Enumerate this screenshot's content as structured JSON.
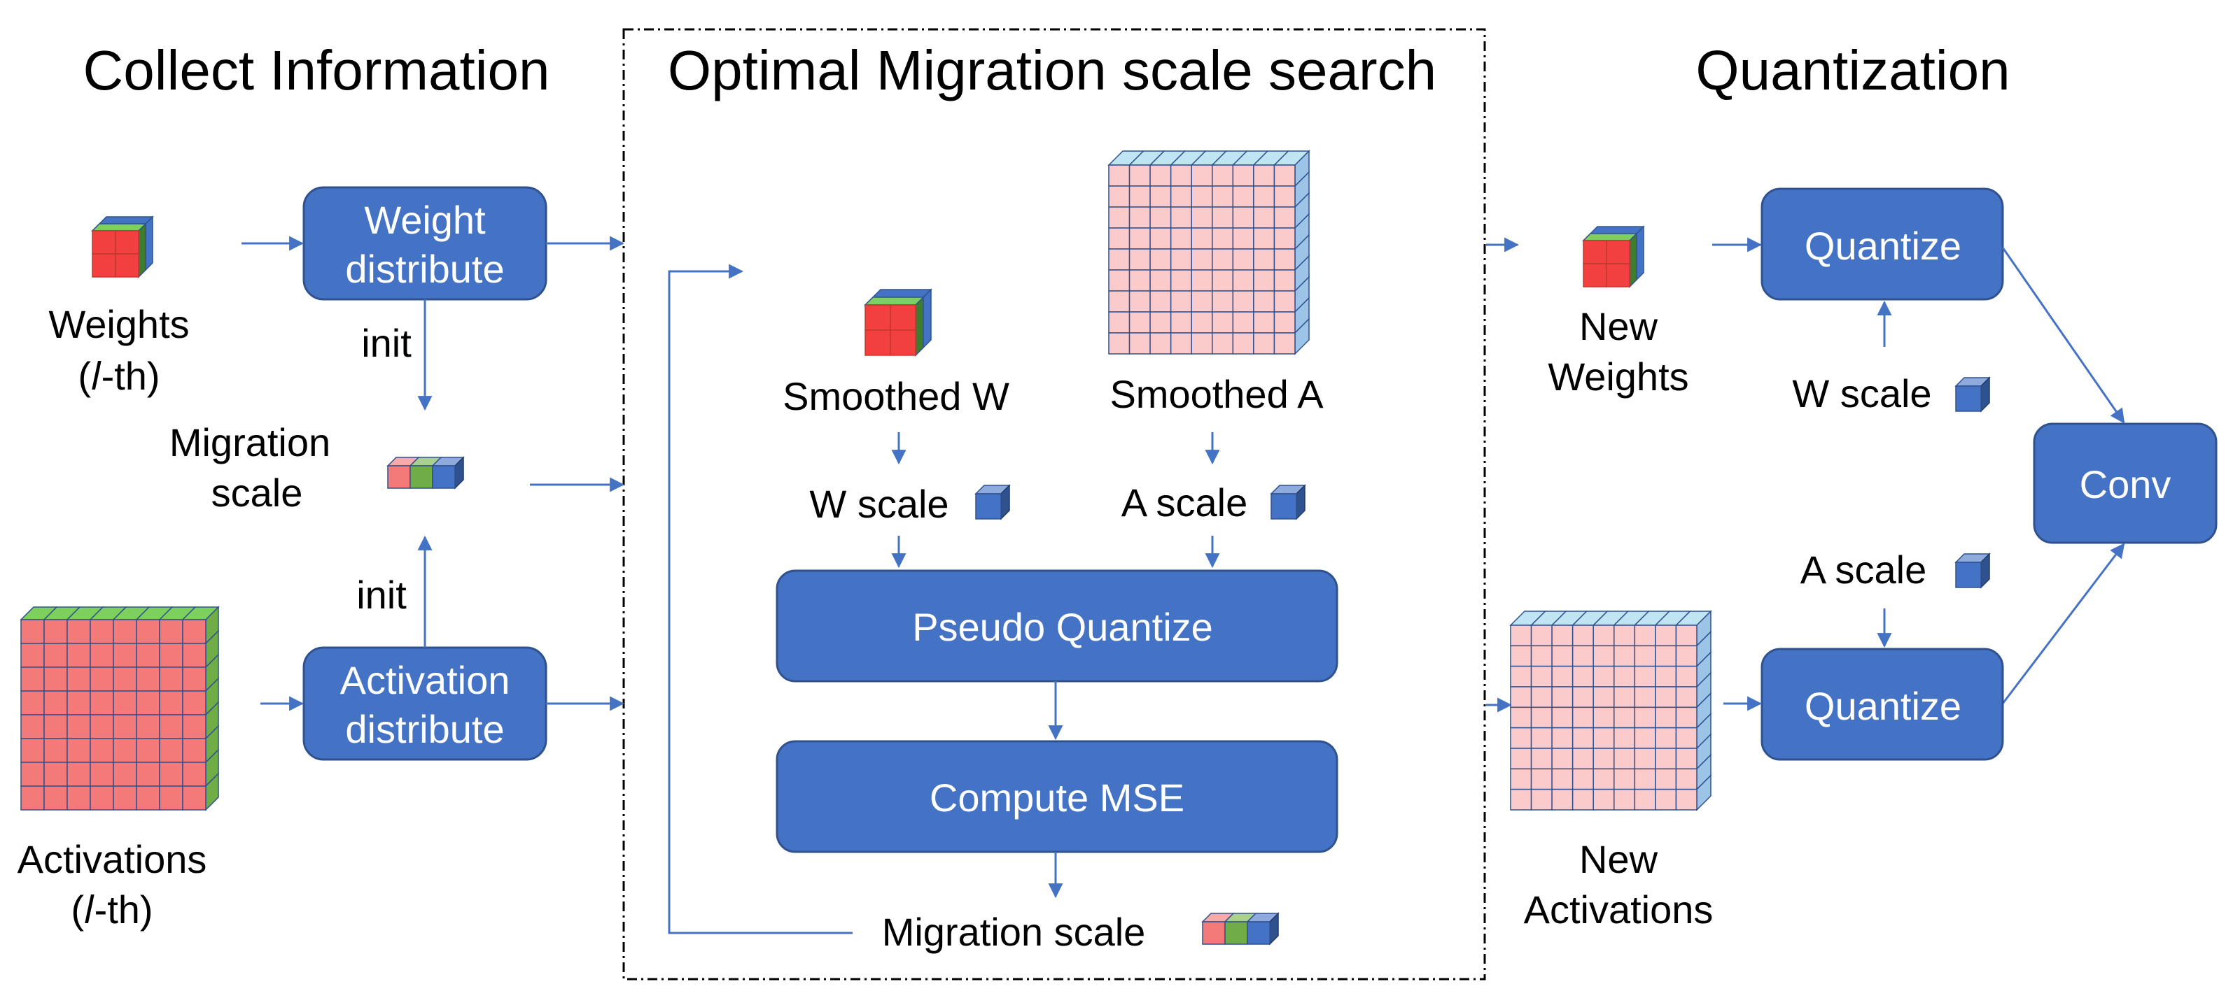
{
  "sections": {
    "collect": "Collect Information",
    "search": "Optimal Migration scale search",
    "quant": "Quantization"
  },
  "collect": {
    "weights_line1": "Weights",
    "weights_line2": "(𝑙-th)",
    "weight_box_l1": "Weight",
    "weight_box_l2": "distribute",
    "init_top": "init",
    "migration_l1": "Migration",
    "migration_l2": "scale",
    "init_bottom": "init",
    "act_box_l1": "Activation",
    "act_box_l2": "distribute",
    "acts_line1": "Activations",
    "acts_line2": "(𝑙-th)"
  },
  "search": {
    "smoothed_w": "Smoothed W",
    "smoothed_a": "Smoothed A",
    "w_scale": "W scale",
    "a_scale": "A scale",
    "pseudo_quantize": "Pseudo Quantize",
    "compute_mse": "Compute MSE",
    "migration_scale": "Migration scale"
  },
  "quant": {
    "new_weights_l1": "New",
    "new_weights_l2": "Weights",
    "quantize_top": "Quantize",
    "w_scale": "W scale",
    "conv": "Conv",
    "a_scale": "A scale",
    "quantize_bottom": "Quantize",
    "new_acts_l1": "New",
    "new_acts_l2": "Activations"
  },
  "colors": {
    "box": "#4472c4",
    "box_stroke": "#2f528f",
    "arrow": "#4472c4",
    "red_front": "#f47a7a",
    "red_top": "#7ed05e",
    "pink_front": "#fbcaca",
    "pink_top": "#bfe4f2"
  }
}
